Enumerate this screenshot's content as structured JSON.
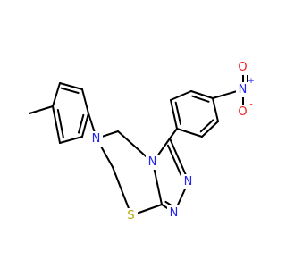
{
  "molecule": {
    "atoms": {
      "n_ring_amine": {
        "symbol": "N",
        "color": "#2323ee"
      },
      "n_triazole_fused": {
        "symbol": "N",
        "color": "#2323ee"
      },
      "n_triazole_1": {
        "symbol": "N",
        "color": "#2323ee"
      },
      "n_triazole_2": {
        "symbol": "N",
        "color": "#2323ee"
      },
      "s_thiadiazine": {
        "symbol": "S",
        "color": "#b5a300"
      },
      "n_nitro": {
        "symbol": "N",
        "charge": "+",
        "color": "#2323ee"
      },
      "o_nitro_minus": {
        "symbol": "O",
        "charge": "-",
        "color": "#ee1c1c"
      },
      "o_nitro_double": {
        "symbol": "O",
        "color": "#ee1c1c"
      }
    }
  }
}
